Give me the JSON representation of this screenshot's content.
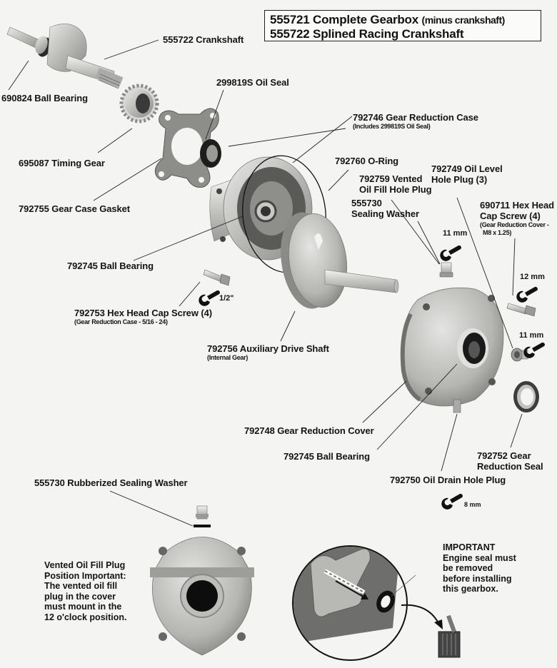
{
  "title": {
    "line1_part": "555721 Complete Gearbox",
    "line1_note": "(minus crankshaft)",
    "line2": "555722 Splined Racing Crankshaft"
  },
  "labels": {
    "crankshaft": "555722 Crankshaft",
    "ball_bearing_690824": "690824 Ball Bearing",
    "oil_seal": "299819S Oil Seal",
    "gear_reduction_case": "792746 Gear Reduction Case",
    "gear_reduction_case_note": "(Includes 299819S Oil Seal)",
    "timing_gear": "695087 Timing Gear",
    "o_ring": "792760 O-Ring",
    "vented_plug_line1": "792759 Vented",
    "vented_plug_line2": "Oil Fill Hole Plug",
    "oil_level_plug_line1": "792749 Oil Level",
    "oil_level_plug_line2": "Hole Plug (3)",
    "gear_case_gasket": "792755 Gear Case Gasket",
    "sealing_washer_line1": "555730",
    "sealing_washer_line2": "Sealing Washer",
    "hex_cap_690711_line1": "690711 Hex Head",
    "hex_cap_690711_line2": "Cap Screw (4)",
    "hex_cap_690711_note1": "(Gear Reduction Cover -",
    "hex_cap_690711_note2": "M8 x 1.25)",
    "ball_bearing_792745_a": "792745 Ball Bearing",
    "hex_cap_792753": "792753 Hex Head Cap Screw (4)",
    "hex_cap_792753_note": "(Gear Reduction Case - 5/16 - 24)",
    "aux_drive_shaft": "792756 Auxiliary Drive Shaft",
    "aux_drive_shaft_note": "(Internal Gear)",
    "gear_reduction_cover": "792748 Gear Reduction Cover",
    "ball_bearing_792745_b": "792745 Ball Bearing",
    "gear_reduction_seal_line1": "792752 Gear",
    "gear_reduction_seal_line2": "Reduction Seal",
    "oil_drain_plug": "792750 Oil Drain Hole Plug",
    "rubberized_washer": "555730 Rubberized Sealing Washer"
  },
  "wrench_sizes": {
    "case_screw": "1/2\"",
    "fill_plug": "11 mm",
    "cover_screw": "12 mm",
    "level_plug": "11 mm",
    "drain_plug": "8 mm"
  },
  "notes": {
    "vented_plug": [
      "Vented Oil Fill Plug",
      "Position Important:",
      "The vented oil fill",
      "plug in the cover",
      "must mount in the",
      "12 o'clock position."
    ],
    "important": [
      "IMPORTANT",
      "Engine seal must",
      "be removed",
      "before installing",
      "this gearbox."
    ]
  },
  "icons": {
    "wrench": "wrench-icon",
    "trash": "trash-can-icon",
    "arrow": "curved-arrow-icon"
  }
}
